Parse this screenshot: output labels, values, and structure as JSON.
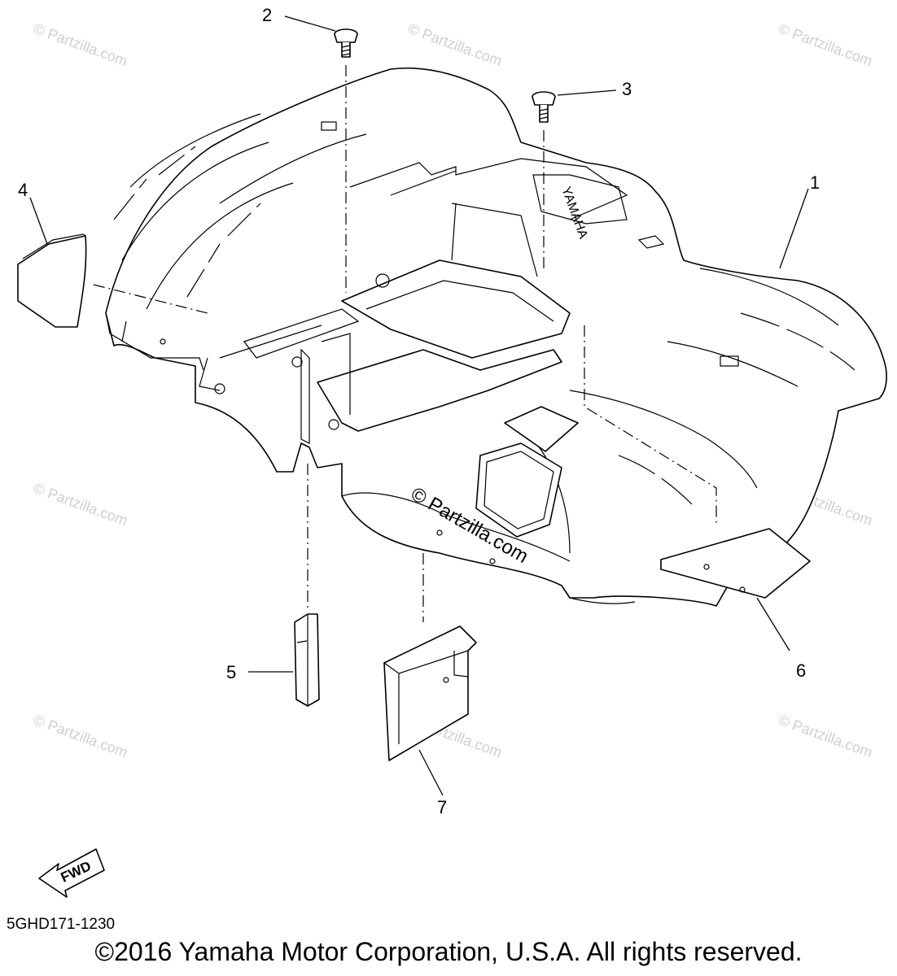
{
  "diagram": {
    "callouts": [
      {
        "id": "1",
        "label": "1"
      },
      {
        "id": "2",
        "label": "2"
      },
      {
        "id": "3",
        "label": "3"
      },
      {
        "id": "4",
        "label": "4"
      },
      {
        "id": "5",
        "label": "5"
      },
      {
        "id": "6",
        "label": "6"
      },
      {
        "id": "7",
        "label": "7"
      }
    ],
    "fender_emboss": "YAMAHA",
    "fwd_label": "FWD",
    "watermark_text": "© Partzilla.com",
    "drawing_code": "5GHD171-1230",
    "copyright": "©2016 Yamaha Motor Corporation, U.S.A. All rights reserved."
  }
}
